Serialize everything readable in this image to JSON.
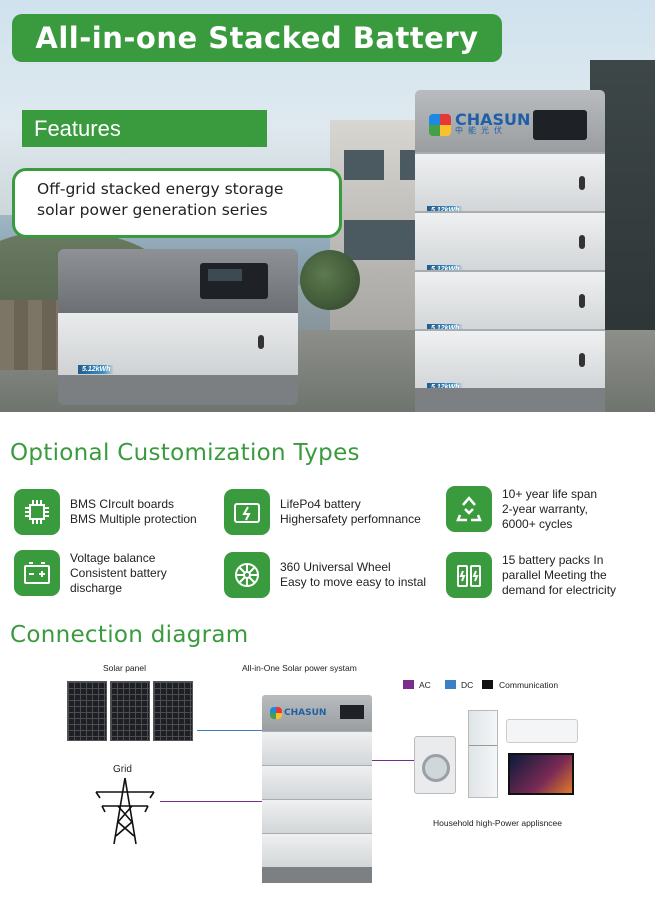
{
  "hero": {
    "title": "All-in-one Stacked Battery",
    "features_label": "Features",
    "series_line1": "Off-grid stacked energy storage",
    "series_line2": "solar power generation series",
    "brand_name": "CHASUN",
    "brand_cn": "中能光伏",
    "module_capacity": "5.12kWh"
  },
  "optional": {
    "heading": "Optional Customization Types",
    "items": [
      {
        "icon": "circuit-board-icon",
        "line1": "BMS CIrcult boards",
        "line2": "BMS Multiple protection",
        "line3": ""
      },
      {
        "icon": "battery-bolt-icon",
        "line1": "LifePo4 battery",
        "line2": "Highersafety perfomnance",
        "line3": ""
      },
      {
        "icon": "recycle-icon",
        "line1": "10+ year life span",
        "line2": "2-year warranty,",
        "line3": "6000+ cycles"
      },
      {
        "icon": "battery-terminals-icon",
        "line1": "Voltage balance",
        "line2": "Consistent battery",
        "line3": "discharge"
      },
      {
        "icon": "wheel-icon",
        "line1": "360 Universal Wheel",
        "line2": "Easy to move easy to instal",
        "line3": ""
      },
      {
        "icon": "parallel-batteries-icon",
        "line1": "15 battery packs In",
        "line2": "parallel Meeting the",
        "line3": "demand for electricity"
      }
    ]
  },
  "connection": {
    "heading": "Connection diagram",
    "solar_label": "Solar panel",
    "system_label": "All-in-One Solar power systam",
    "grid_label": "Grid",
    "appliances_label": "Household high-Power applisncee",
    "legend": [
      {
        "label": "AC",
        "color": "#7b2d8e"
      },
      {
        "label": "DC",
        "color": "#3d7fc4"
      },
      {
        "label": "Communication",
        "color": "#111111"
      }
    ]
  },
  "colors": {
    "accent": "#3a9b3e",
    "brand": "#1e5fa8"
  }
}
